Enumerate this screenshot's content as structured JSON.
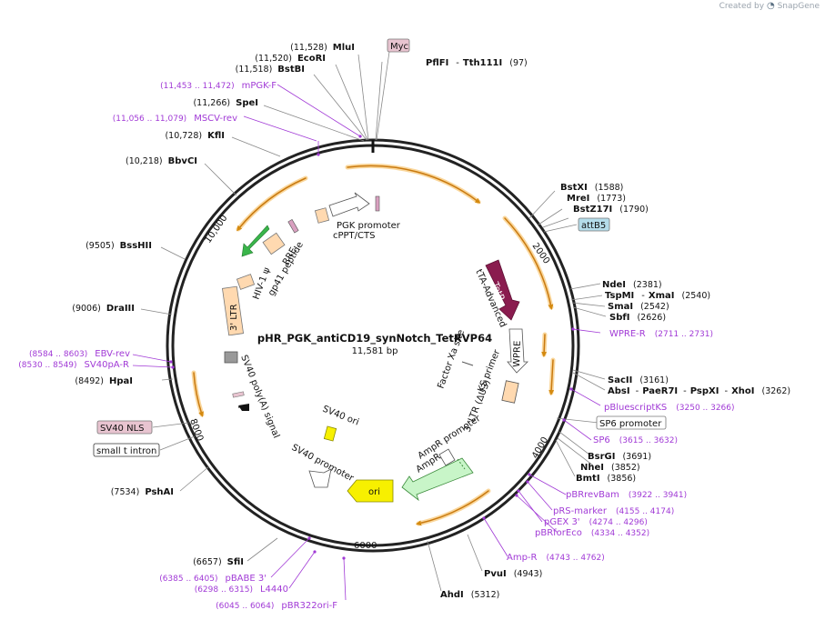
{
  "brand": {
    "prefix": "Created by",
    "name": "SnapGene"
  },
  "plasmid": {
    "name": "pHR_PGK_antiCD19_synNotch_TetRVP64",
    "length": "11,581 bp"
  },
  "ticks": [
    "2000",
    "4000",
    "6000",
    "8000",
    "10,000"
  ],
  "sites_right": [
    {
      "name": "PflFI",
      "sep": "-",
      "name2": "Tth111I",
      "pos": "(97)"
    },
    {
      "name": "BstXI",
      "pos": "(1588)"
    },
    {
      "name": "MreI",
      "pos": "(1773)"
    },
    {
      "name": "BstZ17I",
      "pos": "(1790)"
    },
    {
      "name": "NdeI",
      "pos": "(2381)"
    },
    {
      "name": "TspMI",
      "sep": "-",
      "name2": "XmaI",
      "pos": "(2540)"
    },
    {
      "name": "SmaI",
      "pos": "(2542)"
    },
    {
      "name": "SbfI",
      "pos": "(2626)"
    },
    {
      "name": "SacII",
      "pos": "(3161)"
    },
    {
      "name": "AbsI",
      "sep": "-",
      "name2": "PaeR7I",
      "sep2": "-",
      "name3": "PspXI",
      "sep3": "-",
      "name4": "XhoI",
      "pos": "(3262)"
    },
    {
      "name": "BsrGI",
      "pos": "(3691)"
    },
    {
      "name": "NheI",
      "pos": "(3852)"
    },
    {
      "name": "BmtI",
      "pos": "(3856)"
    },
    {
      "name": "PvuI",
      "pos": "(4943)"
    },
    {
      "name": "AhdI",
      "pos": "(5312)"
    }
  ],
  "sites_left": [
    {
      "name": "MluI",
      "pos": "(11,528)"
    },
    {
      "name": "EcoRI",
      "pos": "(11,520)"
    },
    {
      "name": "BstBI",
      "pos": "(11,518)"
    },
    {
      "name": "SpeI",
      "pos": "(11,266)"
    },
    {
      "name": "KflI",
      "pos": "(10,728)"
    },
    {
      "name": "BbvCI",
      "pos": "(10,218)"
    },
    {
      "name": "BssHII",
      "pos": "(9505)"
    },
    {
      "name": "DraIII",
      "pos": "(9006)"
    },
    {
      "name": "HpaI",
      "pos": "(8492)"
    },
    {
      "name": "PshAI",
      "pos": "(7534)"
    },
    {
      "name": "SfiI",
      "pos": "(6657)"
    }
  ],
  "primers_right": [
    {
      "name": "WPRE-R",
      "pos": "(2711 .. 2731)"
    },
    {
      "name": "pBluescriptKS",
      "pos": "(3250 .. 3266)"
    },
    {
      "name": "SP6",
      "pos": "(3615 .. 3632)"
    },
    {
      "name": "pBRrevBam",
      "pos": "(3922 .. 3941)"
    },
    {
      "name": "pRS-marker",
      "pos": "(4155 .. 4174)"
    },
    {
      "name": "pGEX 3'",
      "pos": "(4274 .. 4296)"
    },
    {
      "name": "pBRforEco",
      "pos": "(4334 .. 4352)"
    },
    {
      "name": "Amp-R",
      "pos": "(4743 .. 4762)"
    }
  ],
  "primers_left": [
    {
      "name": "mPGK-F",
      "pos": "(11,453 .. 11,472)"
    },
    {
      "name": "MSCV-rev",
      "pos": "(11,056 .. 11,079)"
    },
    {
      "name": "EBV-rev",
      "pos": "(8584 .. 8603)"
    },
    {
      "name": "SV40pA-R",
      "pos": "(8530 .. 8549)"
    },
    {
      "name": "pBABE 3'",
      "pos": "(6385 .. 6405)"
    },
    {
      "name": "L4440",
      "pos": "(6298 .. 6315)"
    },
    {
      "name": "pBR322ori-F",
      "pos": "(6045 .. 6064)"
    }
  ],
  "boxed": [
    {
      "name": "Myc",
      "kind": "pink"
    },
    {
      "name": "attB5",
      "kind": "blue"
    },
    {
      "name": "SP6 promoter",
      "kind": "white"
    },
    {
      "name": "SV40 NLS",
      "kind": "pink"
    },
    {
      "name": "small t intron",
      "kind": "white"
    }
  ],
  "features": {
    "tetr": "TetR",
    "tta": "tTA-Advanced",
    "wpre": "WPRE",
    "factor_xa": "Factor Xa site",
    "ks_primer": "KS primer",
    "ltr3_right": "3' LTR (ΔU3)",
    "ampr_promoter": "AmpR promoter",
    "ampr": "AmpR",
    "ori": "ori",
    "sv40_ori": "SV40 ori",
    "sv40_promoter": "SV40 promoter",
    "sv40_polya": "SV40 poly(A) signal",
    "ltr3_left": "3' LTR",
    "hiv_psi": "HIV-1 ψ",
    "rre": "RRE",
    "gp41": "gp41 peptide",
    "cppt": "cPPT/CTS",
    "pgk": "PGK promoter"
  },
  "colors": {
    "orange_arc": "#f5a623",
    "tetr": "#8a1c4f",
    "ori": "#f7f000",
    "ampr": "#c8f5c8",
    "peach": "#ffd9b0",
    "primer": "#a13ad6",
    "pink_box": "#e8c4d0",
    "blue_box": "#b4dcea",
    "green_arrow": "#39b54a"
  }
}
